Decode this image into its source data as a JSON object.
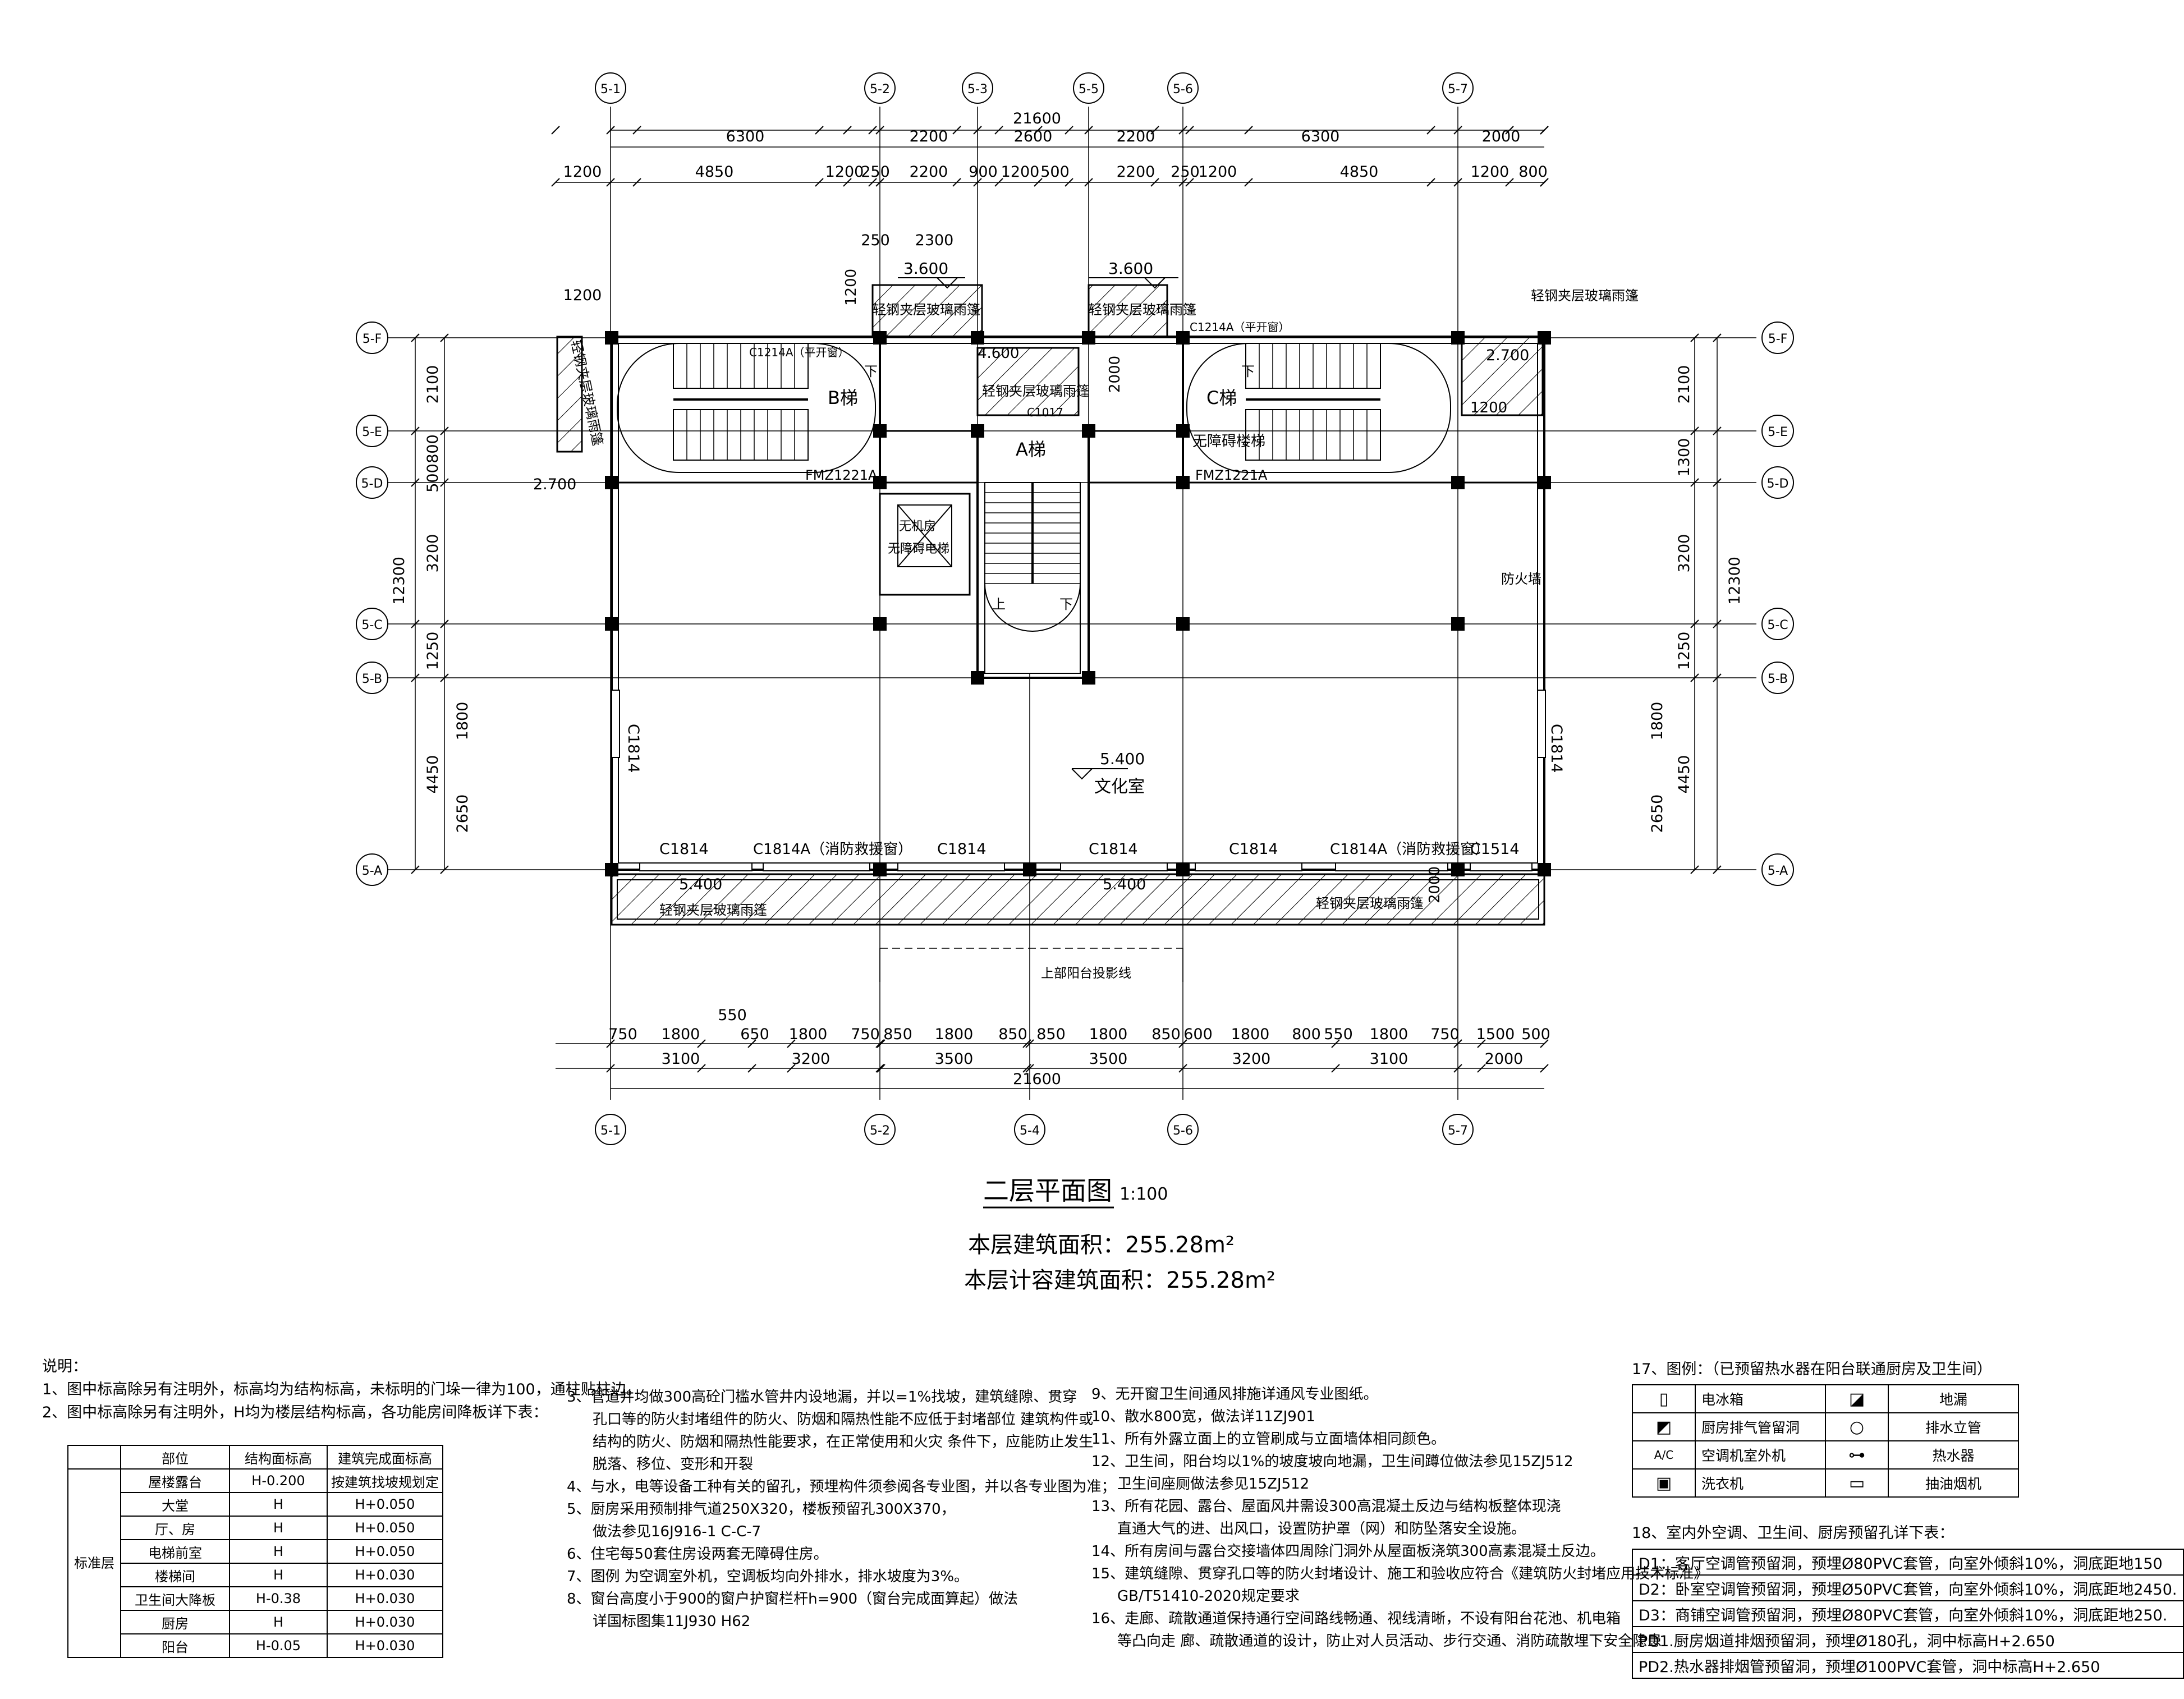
{
  "axes": {
    "top": [
      "5-1",
      "5-2",
      "5-3",
      "5-5",
      "5-6",
      "5-7"
    ],
    "bottom": [
      "5-1",
      "5-2",
      "5-4",
      "5-6",
      "5-7"
    ],
    "left": [
      "5-F",
      "5-E",
      "5-D",
      "5-C",
      "5-B",
      "5-A"
    ],
    "right": [
      "5-F",
      "5-E",
      "5-D",
      "5-C",
      "5-B",
      "5-A"
    ]
  },
  "dims": {
    "top_total": "21600",
    "top_row1": [
      "6300",
      "2200",
      "2600",
      "2200",
      "6300",
      "2000"
    ],
    "top_row2": [
      "1200",
      "4850",
      "1200",
      "250",
      "2200",
      "900",
      "1200",
      "500",
      "2200",
      "250",
      "1200",
      "4850",
      "1200",
      "800"
    ],
    "top_extra": [
      "250",
      "2300",
      "1200"
    ],
    "left_total": "12300",
    "left_segments": [
      "2100",
      "800",
      "500",
      "3200",
      "1250",
      "4450"
    ],
    "left_inner": [
      "1800",
      "2650"
    ],
    "right_total": "12300",
    "right_segments": [
      "2100",
      "1300",
      "3200",
      "1250",
      "4450"
    ],
    "right_inner": [
      "1800",
      "2650"
    ],
    "bottom_row1": [
      "750",
      "1800",
      "650",
      "1800",
      "750",
      "850",
      "1800",
      "850",
      "850",
      "1800",
      "850",
      "600",
      "1800",
      "800",
      "550",
      "1800",
      "750",
      "1500",
      "500"
    ],
    "bottom_550": "550",
    "bottom_row2": [
      "3100",
      "3200",
      "3500",
      "3500",
      "3200",
      "3100",
      "2000"
    ],
    "bottom_total": "21600"
  },
  "labels": {
    "elev_3600_a": "3.600",
    "elev_3600_b": "3.600",
    "elev_4600": "4.600",
    "elev_2700_left": "2.700",
    "elev_2700_right": "2.700",
    "elev_5400_room": "5.400",
    "elev_5400_bal1": "5.400",
    "elev_5400_bal2": "5.400",
    "canopy": "轻钢夹层玻璃雨篷",
    "stair_a": "A梯",
    "stair_b": "B梯",
    "stair_c": "C梯",
    "win_c1214a_1": "C1214A（平开窗）",
    "win_c1214a_2": "C1214A（平开窗）",
    "c1017": "C1017",
    "no_barrier": "无障碍楼梯",
    "fmz_1": "FMZ1221A",
    "fmz_2": "FMZ1221A",
    "elevator_1": "无机房",
    "elevator_2": "无障碍电梯",
    "up": "上",
    "down": "下",
    "firewall": "防火墙",
    "room": "文化室",
    "c1814": "C1814",
    "c1814a": "C1814A（消防救援窗）",
    "c1514": "C1514",
    "dim_1200_side": "1200",
    "dim_1200_stair": "1200",
    "dim_2000_stair": "2000",
    "dim_2000_bal": "2000",
    "balcony_line": "上部阳台投影线"
  },
  "title": {
    "main": "二层平面图",
    "scale": "1:100",
    "area1": "本层建筑面积：255.28m²",
    "area2": "本层计容建筑面积：255.28m²"
  },
  "notes": {
    "col1": [
      "说明：",
      "1、图中标高除另有注明外，标高均为结构标高，未标明的门垛一律为100，通柱贴柱边。",
      "2、图中标高除另有注明外，H均为楼层结构标高，各功能房间降板详下表："
    ],
    "level_table": {
      "head": [
        "部位",
        "结构面标高",
        "建筑完成面标高"
      ],
      "group": "标准层",
      "rows": [
        [
          "屋楼露台",
          "H-0.200",
          "按建筑找坡规划定"
        ],
        [
          "大堂",
          "H",
          "H+0.050"
        ],
        [
          "厅、房",
          "H",
          "H+0.050"
        ],
        [
          "电梯前室",
          "H",
          "H+0.050"
        ],
        [
          "楼梯间",
          "H",
          "H+0.030"
        ],
        [
          "卫生间大降板",
          "H-0.38",
          "H+0.030"
        ],
        [
          "厨房",
          "H",
          "H+0.030"
        ],
        [
          "阳台",
          "H-0.05",
          "H+0.030"
        ]
      ]
    },
    "col2": [
      "3、管道井均做300高砼门槛水管井内设地漏，并以=1%找坡，建筑缝隙、贯穿",
      "孔口等的防火封堵组件的防火、防烟和隔热性能不应低于封堵部位 建筑构件或",
      "结构的防火、防烟和隔热性能要求，在正常使用和火灾 条件下，应能防止发生",
      "脱落、移位、变形和开裂",
      "4、与水，电等设备工种有关的留孔，预埋构件须参阅各专业图，并以各专业图为准；",
      "5、厨房采用预制排气道250X320，楼板预留孔300X370，",
      "做法参见16J916-1 C-C-7",
      "6、住宅每50套住房设两套无障碍住房。",
      "7、图例 为空调室外机，空调板均向外排水，排水坡度为3%。",
      "8、窗台高度小于900的窗户护窗栏杆h=900（窗台完成面算起）做法",
      "详国标图集11J930 H62"
    ],
    "col3": [
      "9、无开窗卫生间通风排施详通风专业图纸。",
      "10、散水800宽，做法详11ZJ901",
      "11、所有外露立面上的立管刷成与立面墙体相同颜色。",
      "12、卫生间，阳台均以1%的坡度坡向地漏，卫生间蹲位做法参见15ZJ512",
      "卫生间座厕做法参见15ZJ512",
      "13、所有花园、露台、屋面风井需设300高混凝土反边与结构板整体现浇",
      "直通大气的进、出风口，设置防护罩（网）和防坠落安全设施。",
      "14、所有房间与露台交接墙体四周除门洞外从屋面板浇筑300高素混凝土反边。",
      "15、建筑缝隙、贯穿孔口等的防火封堵设计、施工和验收应符合《建筑防火封堵应用技术标准》",
      "GB/T51410-2020规定要求",
      "16、走廊、疏散通道保持通行空间路线畅通、视线清晰，不设有阳台花池、机电箱",
      "等凸向走 廊、疏散通道的设计，防止对人员活动、步行交通、消防疏散埋下安全隐患"
    ],
    "col4_title": "17、图例：（已预留热水器在阳台联通厨房及卫生间）",
    "legend": [
      [
        "电冰箱",
        "地漏"
      ],
      [
        "厨房排气管留洞",
        "排水立管"
      ],
      [
        "空调机室外机",
        "热水器"
      ],
      [
        "洗衣机",
        "抽油烟机"
      ]
    ],
    "legend_icons": [
      "▯",
      "◪",
      "◩",
      "○",
      "A/C",
      "⊶",
      "▣",
      "▭"
    ],
    "holes_title": "18、室内外空调、卫生间、厨房预留孔详下表：",
    "holes": [
      "D1：客厅空调管预留洞，预埋Ø80PVC套管，向室外倾斜10%，洞底距地150",
      "D2：卧室空调管预留洞，预埋Ø50PVC套管，向室外倾斜10%，洞底距地2450.",
      "D3：商铺空调管预留洞，预埋Ø80PVC套管，向室外倾斜10%，洞底距地250.",
      "PD1.厨房烟道排烟预留洞，预埋Ø180孔，洞中标高H+2.650",
      "PD2.热水器排烟管预留洞，预埋Ø100PVC套管，洞中标高H+2.650"
    ]
  }
}
